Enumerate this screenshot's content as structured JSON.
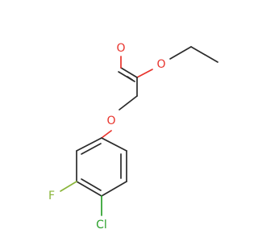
{
  "molecule": {
    "atoms": {
      "o_carbonyl": {
        "symbol": "O",
        "color": "#e8332c"
      },
      "o_ester": {
        "symbol": "O",
        "color": "#e8332c"
      },
      "o_ether": {
        "symbol": "O",
        "color": "#e8332c"
      },
      "f": {
        "symbol": "F",
        "color": "#8ab53a"
      },
      "cl": {
        "symbol": "Cl",
        "color": "#2aa02a"
      }
    },
    "bond_color": "#2b2b2b"
  }
}
